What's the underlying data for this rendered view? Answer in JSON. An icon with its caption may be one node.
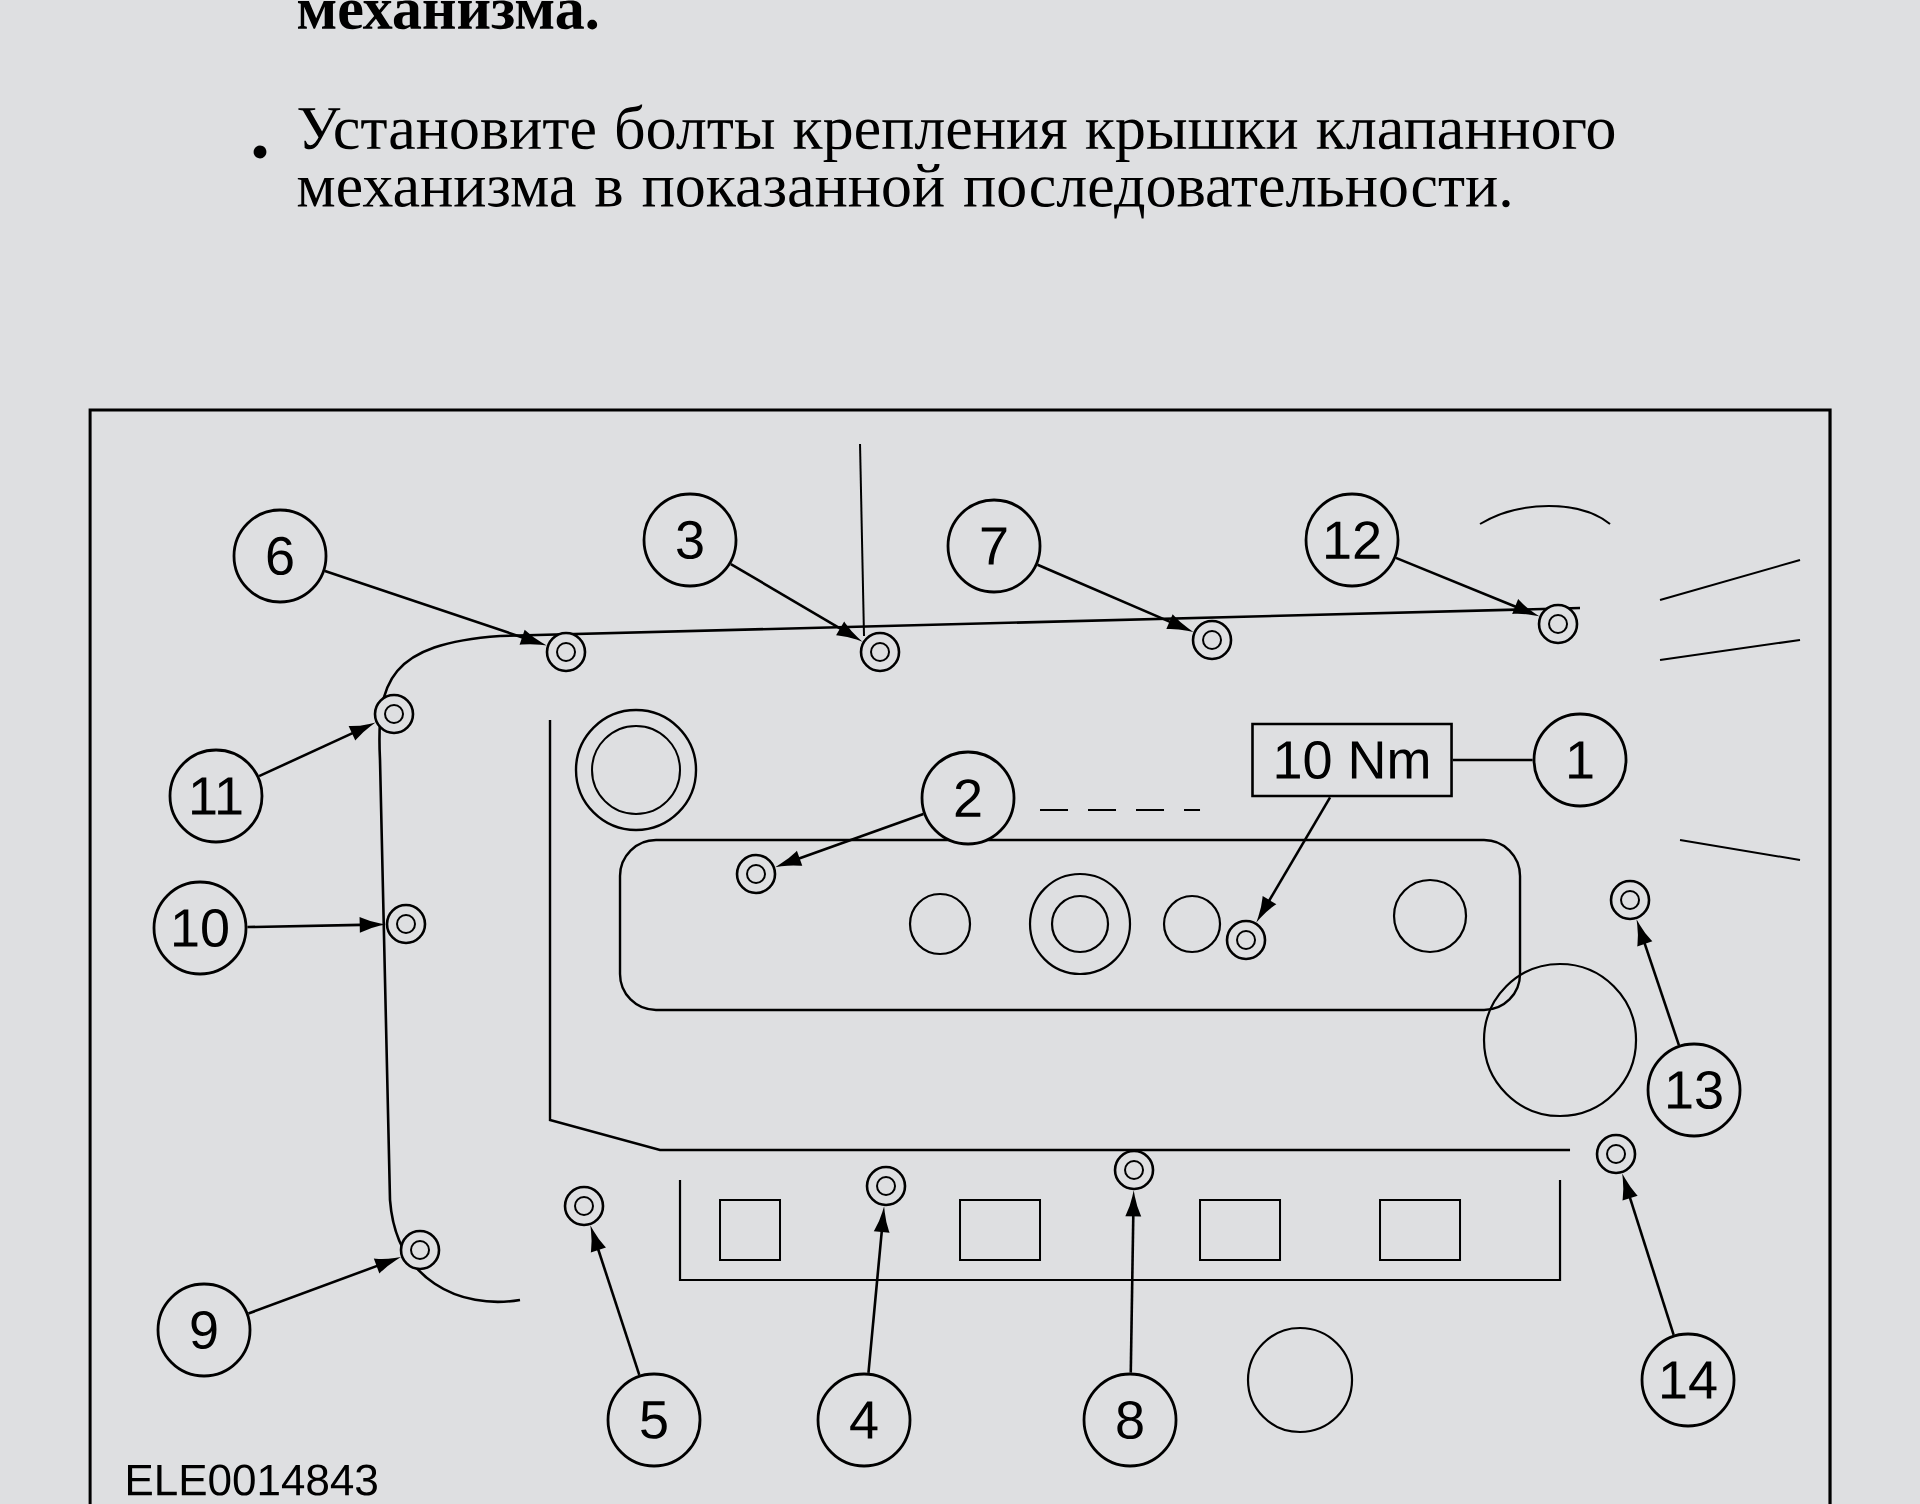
{
  "diagram": {
    "nodes": [
      {
        "text": [
          "6"
        ]
      },
      {
        "text": [
          "3"
        ]
      },
      {
        "text": [
          "7"
        ]
      },
      {
        "text": [
          "12"
        ]
      },
      {
        "text": [
          "11"
        ]
      },
      {
        "text": [
          "2"
        ]
      },
      {
        "text": [
          "10 Nm"
        ]
      },
      {
        "text": [
          "1"
        ]
      },
      {
        "text": [
          "10"
        ]
      },
      {
        "text": [
          "13"
        ]
      },
      {
        "text": [
          "9"
        ]
      },
      {
        "text": [
          "14"
        ]
      },
      {
        "text": [
          "5"
        ]
      },
      {
        "text": [
          "4"
        ]
      },
      {
        "text": [
          "8"
        ]
      },
      {
        "text": [],
        "shape": "circle"
      },
      {
        "text": [],
        "shape": "circle"
      },
      {
        "text": [],
        "shape": "circle"
      },
      {
        "text": [],
        "shape": "circle"
      },
      {
        "text": [],
        "shape": "circle"
      },
      {
        "text": [],
        "shape": "circle"
      },
      {
        "text": [],
        "shape": "circle"
      },
      {
        "text": [],
        "shape": "circle"
      },
      {
        "text": [],
        "shape": "circle"
      },
      {
        "text": [],
        "shape": "circle"
      },
      {
        "text": [],
        "shape": "circle"
      },
      {
        "text": [],
        "shape": "circle"
      },
      {
        "text": [],
        "shape": "circle"
      },
      {
        "text": [],
        "shape": "circle"
      }
    ],
    "edges": [
      {
        "from": 0,
        "to": 16,
        "arrow": "to"
      },
      {
        "from": 1,
        "to": 17,
        "arrow": "to"
      },
      {
        "from": 2,
        "to": 18,
        "arrow": "to"
      },
      {
        "from": 3,
        "to": 19,
        "arrow": "to"
      },
      {
        "from": 4,
        "to": 15,
        "arrow": "to"
      },
      {
        "from": 5,
        "to": 20,
        "arrow": "to"
      },
      {
        "from": 7,
        "to": 6,
        "arrow": "none"
      },
      {
        "from": 6,
        "to": 22,
        "arrow": "to"
      },
      {
        "from": 8,
        "to": 21,
        "arrow": "to"
      },
      {
        "from": 9,
        "to": 23,
        "arrow": "to"
      },
      {
        "from": 10,
        "to": 24,
        "arrow": "to"
      },
      {
        "from": 11,
        "to": 28,
        "arrow": "to"
      },
      {
        "from": 12,
        "to": 25,
        "arrow": "to"
      },
      {
        "from": 13,
        "to": 26,
        "arrow": "to"
      },
      {
        "from": 14,
        "to": 27,
        "arrow": "to"
      }
    ],
    "labels": [
      "механизма.",
      "Установите болты крепления крышки клапанного механизма в показанной последовательности.",
      "ELE0014843"
    ]
  }
}
